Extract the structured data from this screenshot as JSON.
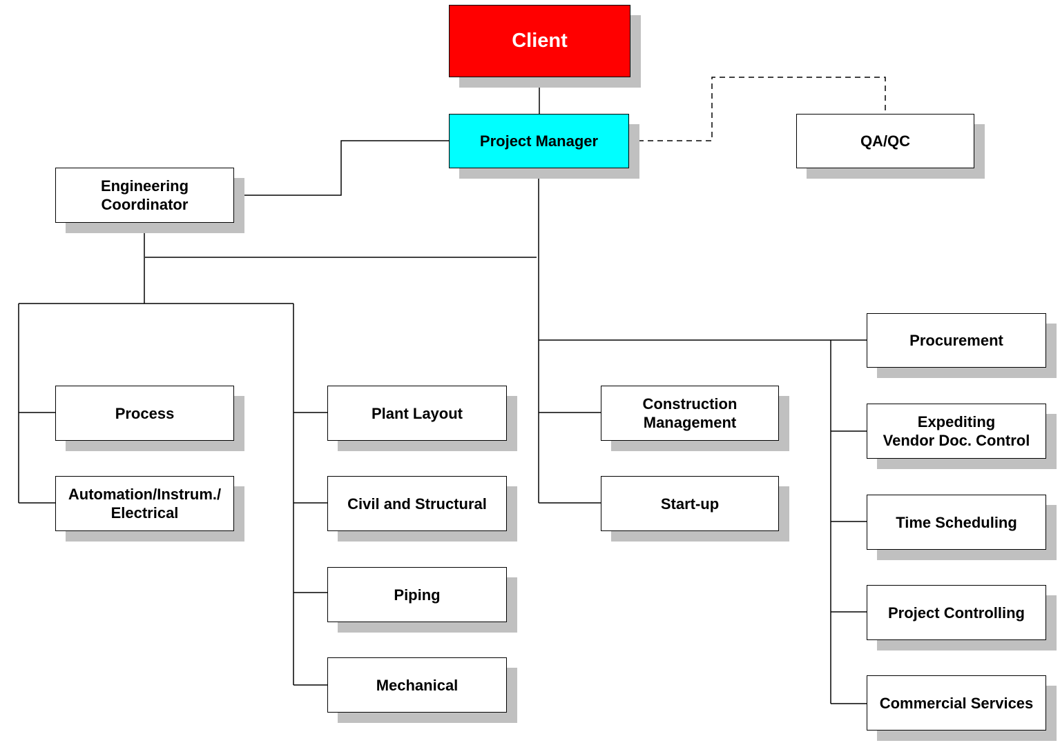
{
  "chart": {
    "client": "Client",
    "project_manager": "Project Manager",
    "qa_qc": "QA/QC",
    "engineering_coordinator": "Engineering\nCoordinator",
    "engineering": {
      "process": "Process",
      "automation": "Automation/Instrum./\nElectrical",
      "plant_layout": "Plant Layout",
      "civil": "Civil and Structural",
      "piping": "Piping",
      "mechanical": "Mechanical"
    },
    "site": {
      "construction": "Construction\nManagement",
      "startup": "Start-up"
    },
    "support": {
      "procurement": "Procurement",
      "expediting": "Expediting\nVendor Doc. Control",
      "time_scheduling": "Time Scheduling",
      "project_controlling": "Project Controlling",
      "commercial": "Commercial Services"
    }
  },
  "colors": {
    "client_fill": "#ff0000",
    "project_manager_fill": "#00ffff",
    "box_fill": "#ffffff",
    "shadow": "#c0c0c0",
    "line": "#000000"
  }
}
